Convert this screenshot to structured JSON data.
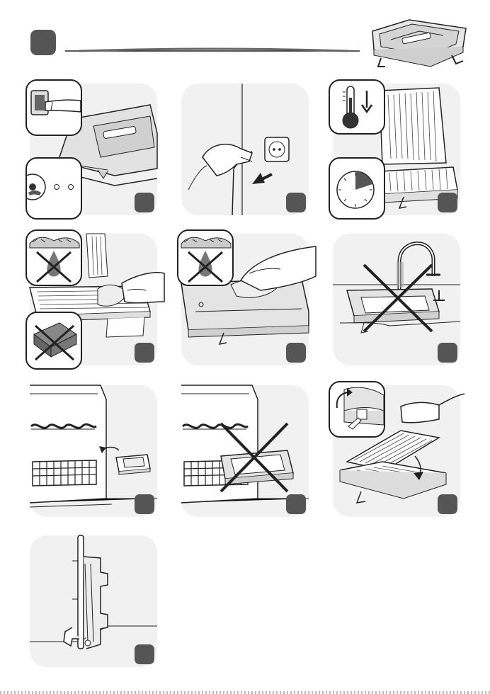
{
  "section": {
    "badge_color": "#555555"
  },
  "colors": {
    "panel": "#f1f1f1",
    "line": "#222222",
    "badge": "#555555",
    "fill_dark": "#333333"
  },
  "steps": [
    {
      "id": 1,
      "icons": [
        "power-switch-icon",
        "thermostat-dial-icon"
      ]
    },
    {
      "id": 2,
      "icons": [
        "unplug-icon"
      ]
    },
    {
      "id": 3,
      "icons": [
        "thermometer-down-icon",
        "timer-icon"
      ]
    },
    {
      "id": 4,
      "icons": [
        "no-liquid-icon",
        "no-abrasive-sponge-icon"
      ]
    },
    {
      "id": 5,
      "icons": [
        "no-liquid-icon"
      ]
    },
    {
      "id": 6,
      "icons": [
        "no-tap-water-icon"
      ]
    },
    {
      "id": 7,
      "icons": [
        "dishwasher-drip-tray-icon"
      ]
    },
    {
      "id": 8,
      "icons": [
        "no-dishwasher-grill-icon"
      ]
    },
    {
      "id": 9,
      "icons": [
        "close-lid-icon"
      ]
    },
    {
      "id": 10,
      "icons": [
        "upright-storage-icon"
      ]
    }
  ]
}
